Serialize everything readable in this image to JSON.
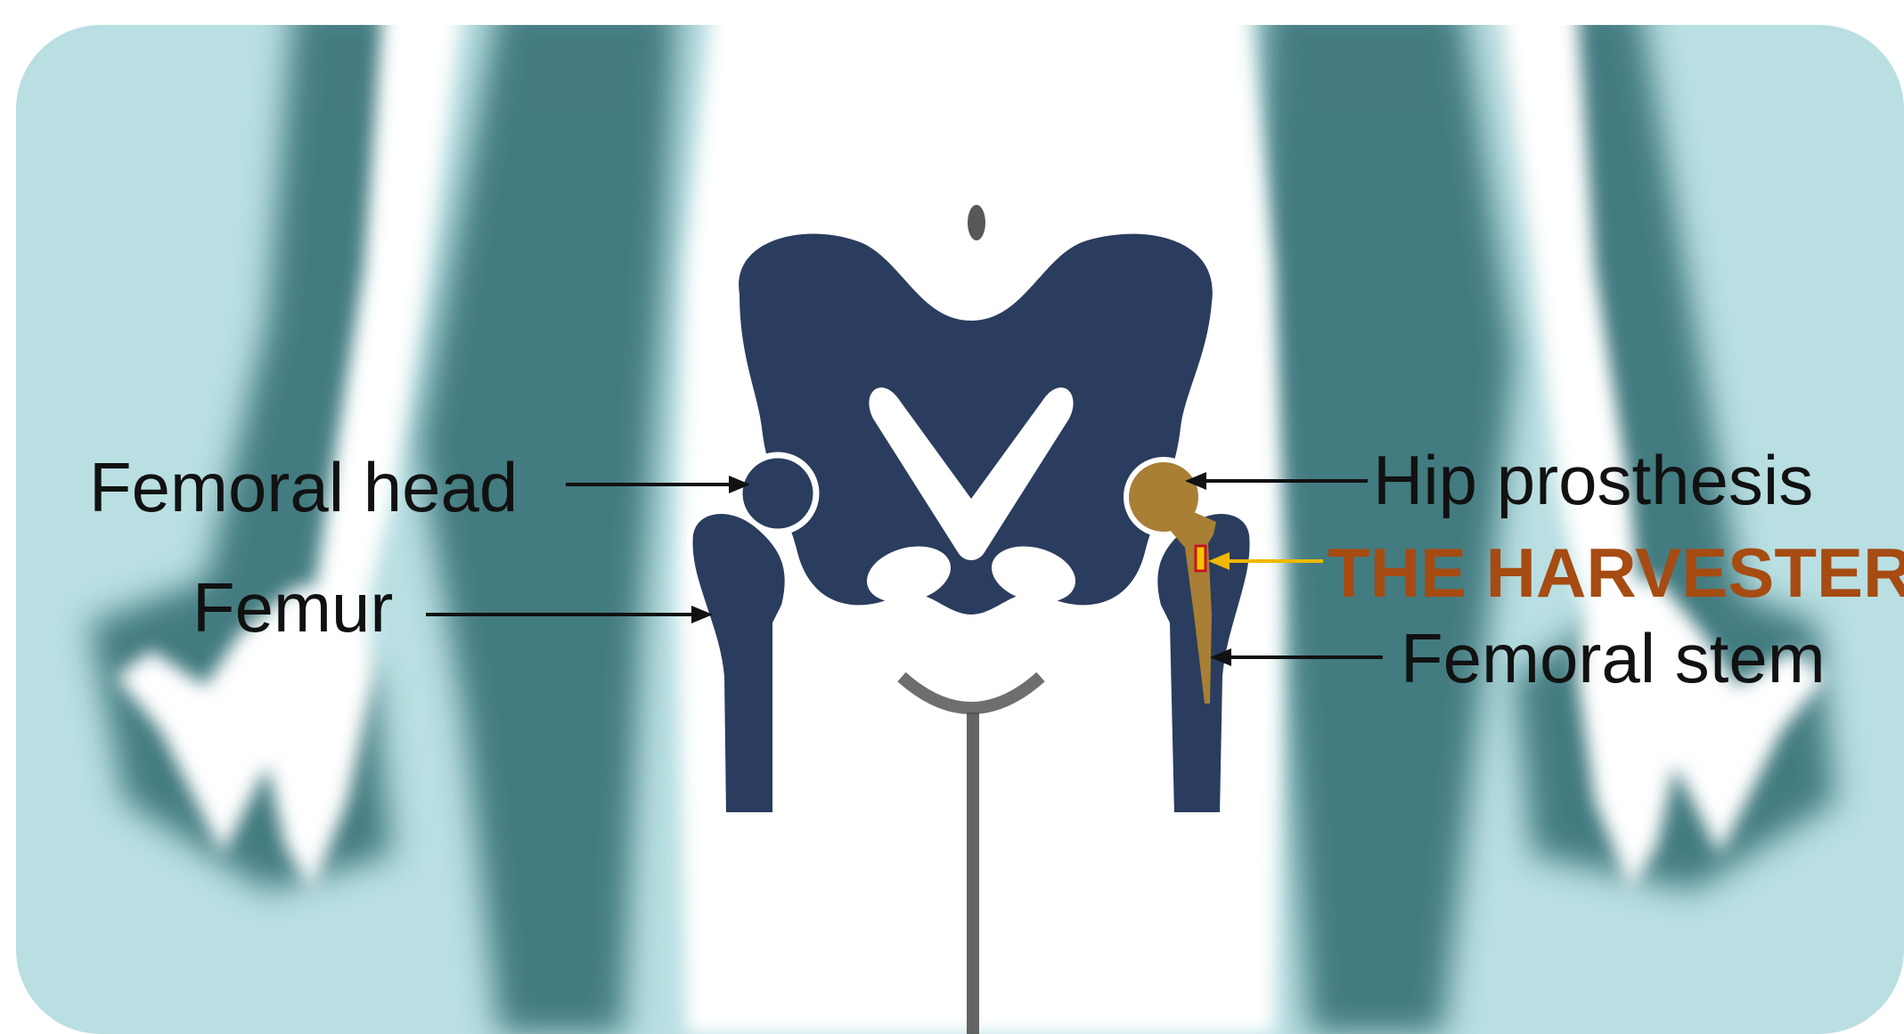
{
  "labels": {
    "femoral_head": "Femoral head",
    "femur": "Femur",
    "hip_prosthesis": "Hip prosthesis",
    "harvester": "THE HARVESTER",
    "femoral_stem": "Femoral stem"
  },
  "colors": {
    "background_teal": "#b9dfe2",
    "body_shadow": "#2f6b70",
    "bone_navy": "#2a3d5e",
    "prosthesis_gold": "#a87f35",
    "harvester_yellow": "#f5c400",
    "harvester_red": "#c8141e",
    "harvester_text": "#a64b12",
    "arrow_black": "#111111",
    "arrow_gold": "#f0b800"
  }
}
